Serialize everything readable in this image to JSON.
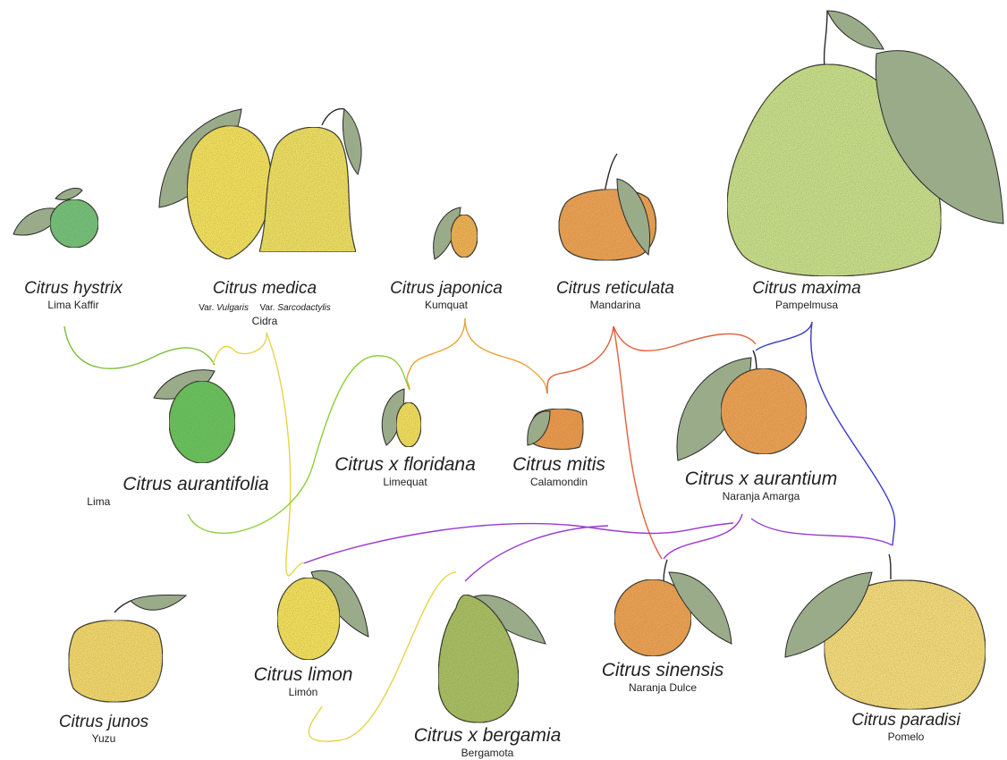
{
  "species": [
    {
      "id": "hystrix",
      "scientific": "Citrus hystrix",
      "common": "Lima Kaffir"
    },
    {
      "id": "medica",
      "scientific": "Citrus medica",
      "common": "Cidra",
      "varieties": [
        {
          "prefix": "Var.",
          "name": "Vulgaris"
        },
        {
          "prefix": "Var.",
          "name": "Sarcodactylis"
        }
      ]
    },
    {
      "id": "japonica",
      "scientific": "Citrus japonica",
      "common": "Kumquat"
    },
    {
      "id": "reticulata",
      "scientific": "Citrus reticulata",
      "common": "Mandarina"
    },
    {
      "id": "maxima",
      "scientific": "Citrus maxima",
      "common": "Pampelmusa"
    },
    {
      "id": "aurantifolia",
      "scientific": "Citrus aurantifolia",
      "common": "Lima"
    },
    {
      "id": "floridana",
      "scientific": "Citrus x floridana",
      "common": "Limequat"
    },
    {
      "id": "mitis",
      "scientific": "Citrus mitis",
      "common": "Calamondin"
    },
    {
      "id": "aurantium",
      "scientific": "Citrus x aurantium",
      "common": "Naranja Amarga"
    },
    {
      "id": "limon",
      "scientific": "Citrus limon",
      "common": "Limón"
    },
    {
      "id": "bergamia",
      "scientific": "Citrus x bergamia",
      "common": "Bergamota"
    },
    {
      "id": "sinensis",
      "scientific": "Citrus sinensis",
      "common": "Naranja Dulce"
    },
    {
      "id": "paradisi",
      "scientific": "Citrus paradisi",
      "common": "Pomelo"
    },
    {
      "id": "junos",
      "scientific": "Citrus junos",
      "common": "Yuzu"
    }
  ],
  "lineage_colors": {
    "hystrix": "#7cbf3a",
    "medica": "#e6d44a",
    "japonica": "#e8a43a",
    "reticulata": "#e0603c",
    "maxima": "#3a3ac8",
    "hybrid_purple": "#9a3ad0",
    "aurantifolia": "#8fd03a"
  },
  "fruit_colors": {
    "lime_green": "#63c45a",
    "lemon_yellow": "#f5e25a",
    "orange": "#f0a050",
    "pomelo_green": "#c9e08a",
    "grapefruit": "#f7dc7a",
    "bergamot": "#a8c060",
    "leaf": "#9aab8a"
  }
}
